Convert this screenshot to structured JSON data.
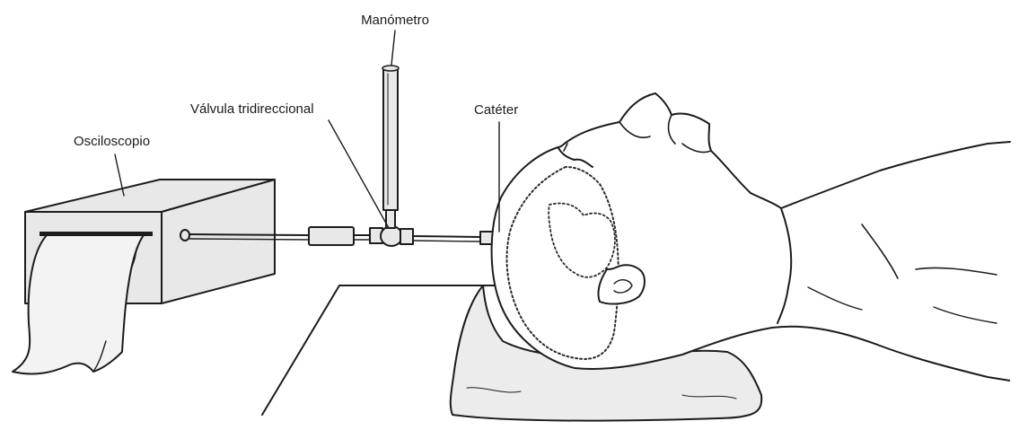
{
  "labels": {
    "manometer": "Manómetro",
    "valve": "Válvula tridireccional",
    "catheter": "Catéter",
    "oscilloscope": "Osciloscopio"
  }
}
